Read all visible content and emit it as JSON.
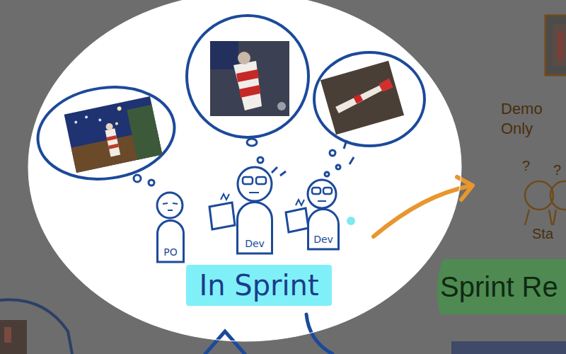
{
  "diagram": {
    "nodes": [
      {
        "text": [
          "In Sprint"
        ]
      },
      {
        "text": [
          "PO"
        ],
        "in": 0
      },
      {
        "text": [
          "Dev"
        ],
        "in": 0
      },
      {
        "text": [
          "Dev"
        ],
        "in": 0
      },
      {
        "text": [
          "Sprint Re"
        ]
      }
    ],
    "labels": [
      "Demo Only",
      "?",
      "?",
      "Sta"
    ]
  }
}
